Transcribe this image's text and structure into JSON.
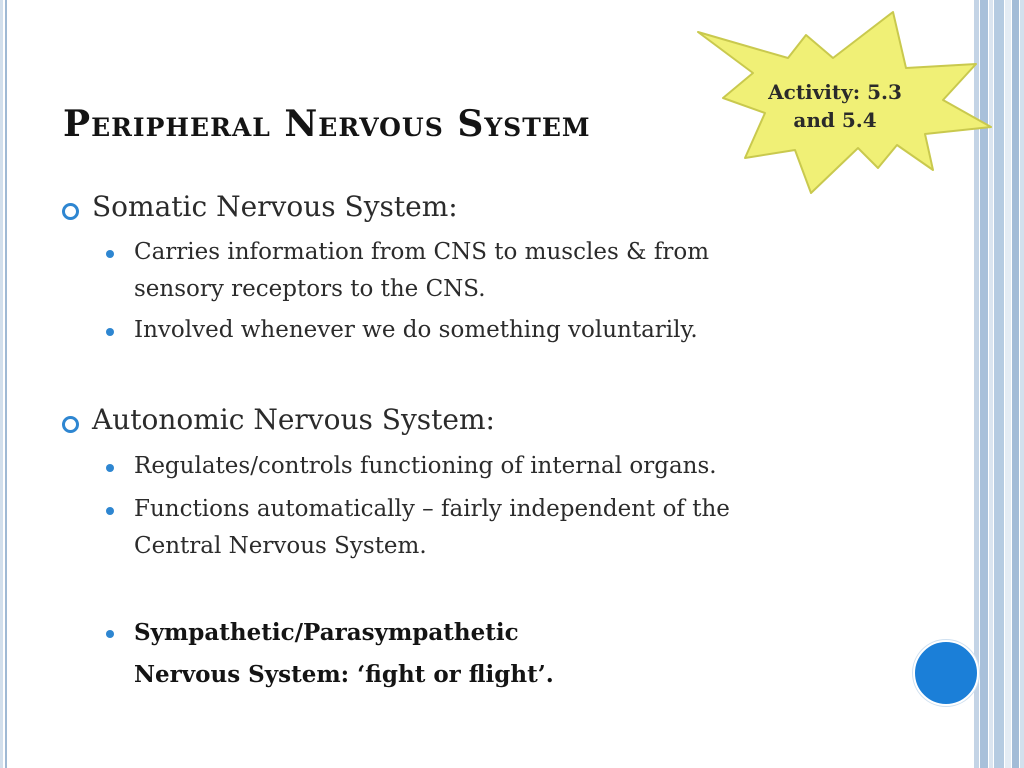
{
  "slide": {
    "title": "Peripheral Nervous System",
    "callout": {
      "line1": "Activity: 5.3",
      "line2": "and 5.4",
      "fill": "#f0f076",
      "stroke": "#c9c94e"
    },
    "sections": [
      {
        "heading": "Somatic Nervous System:",
        "points": [
          {
            "line1": "Carries information from CNS to muscles & from",
            "line2": "sensory receptors to the CNS."
          },
          {
            "line1": "Involved whenever we do something voluntarily."
          }
        ]
      },
      {
        "heading": "Autonomic Nervous System:",
        "points": [
          {
            "line1": "Regulates/controls functioning of internal organs."
          },
          {
            "line1": "Functions automatically – fairly independent of the",
            "line2": "Central Nervous System."
          },
          {
            "line1": "Sympathetic/Parasympathetic",
            "line2": "Nervous System: ‘fight or flight’."
          }
        ]
      }
    ],
    "colors": {
      "bullet": "#2e86d1",
      "accent_circle": "#1b7fd8",
      "stripe_dark": "#9fb9d4",
      "stripe_light": "#cfdceb"
    }
  }
}
